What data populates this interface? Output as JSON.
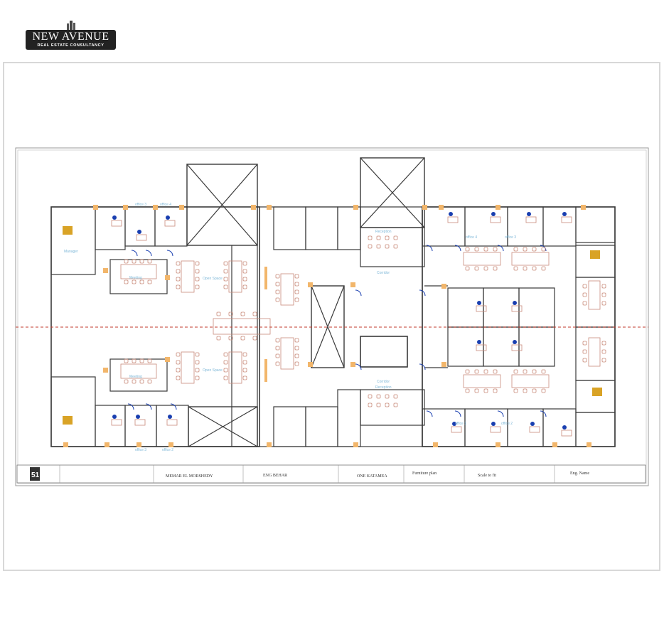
{
  "logo": {
    "name": "NEW AVENUE",
    "tagline": "REAL ESTATE CONSULTANCY"
  },
  "plan": {
    "rooms": {
      "manager": "Manager",
      "meeting": "Meeting",
      "open_space": "Open Space",
      "corridor": "Corridor",
      "reception": "Reception",
      "office_1": "office 1",
      "office_2": "office 2",
      "office_3": "office 3",
      "office_4": "office 4"
    },
    "colors": {
      "walls": "#3a3a3a",
      "furniture": "#c98b7a",
      "doors": "#1a3fb0",
      "columns": "#f2b66b",
      "axis": "#c0392b"
    }
  },
  "title_block": {
    "logo_mark": "51",
    "project": "MEMAR EL MORSHEDY",
    "designer": "ENG BEHAR",
    "location": "ONE KATAMEA",
    "sheet": "Furniture plan",
    "scale": "Scale to fit",
    "drawn_by": "Eng. Name"
  }
}
